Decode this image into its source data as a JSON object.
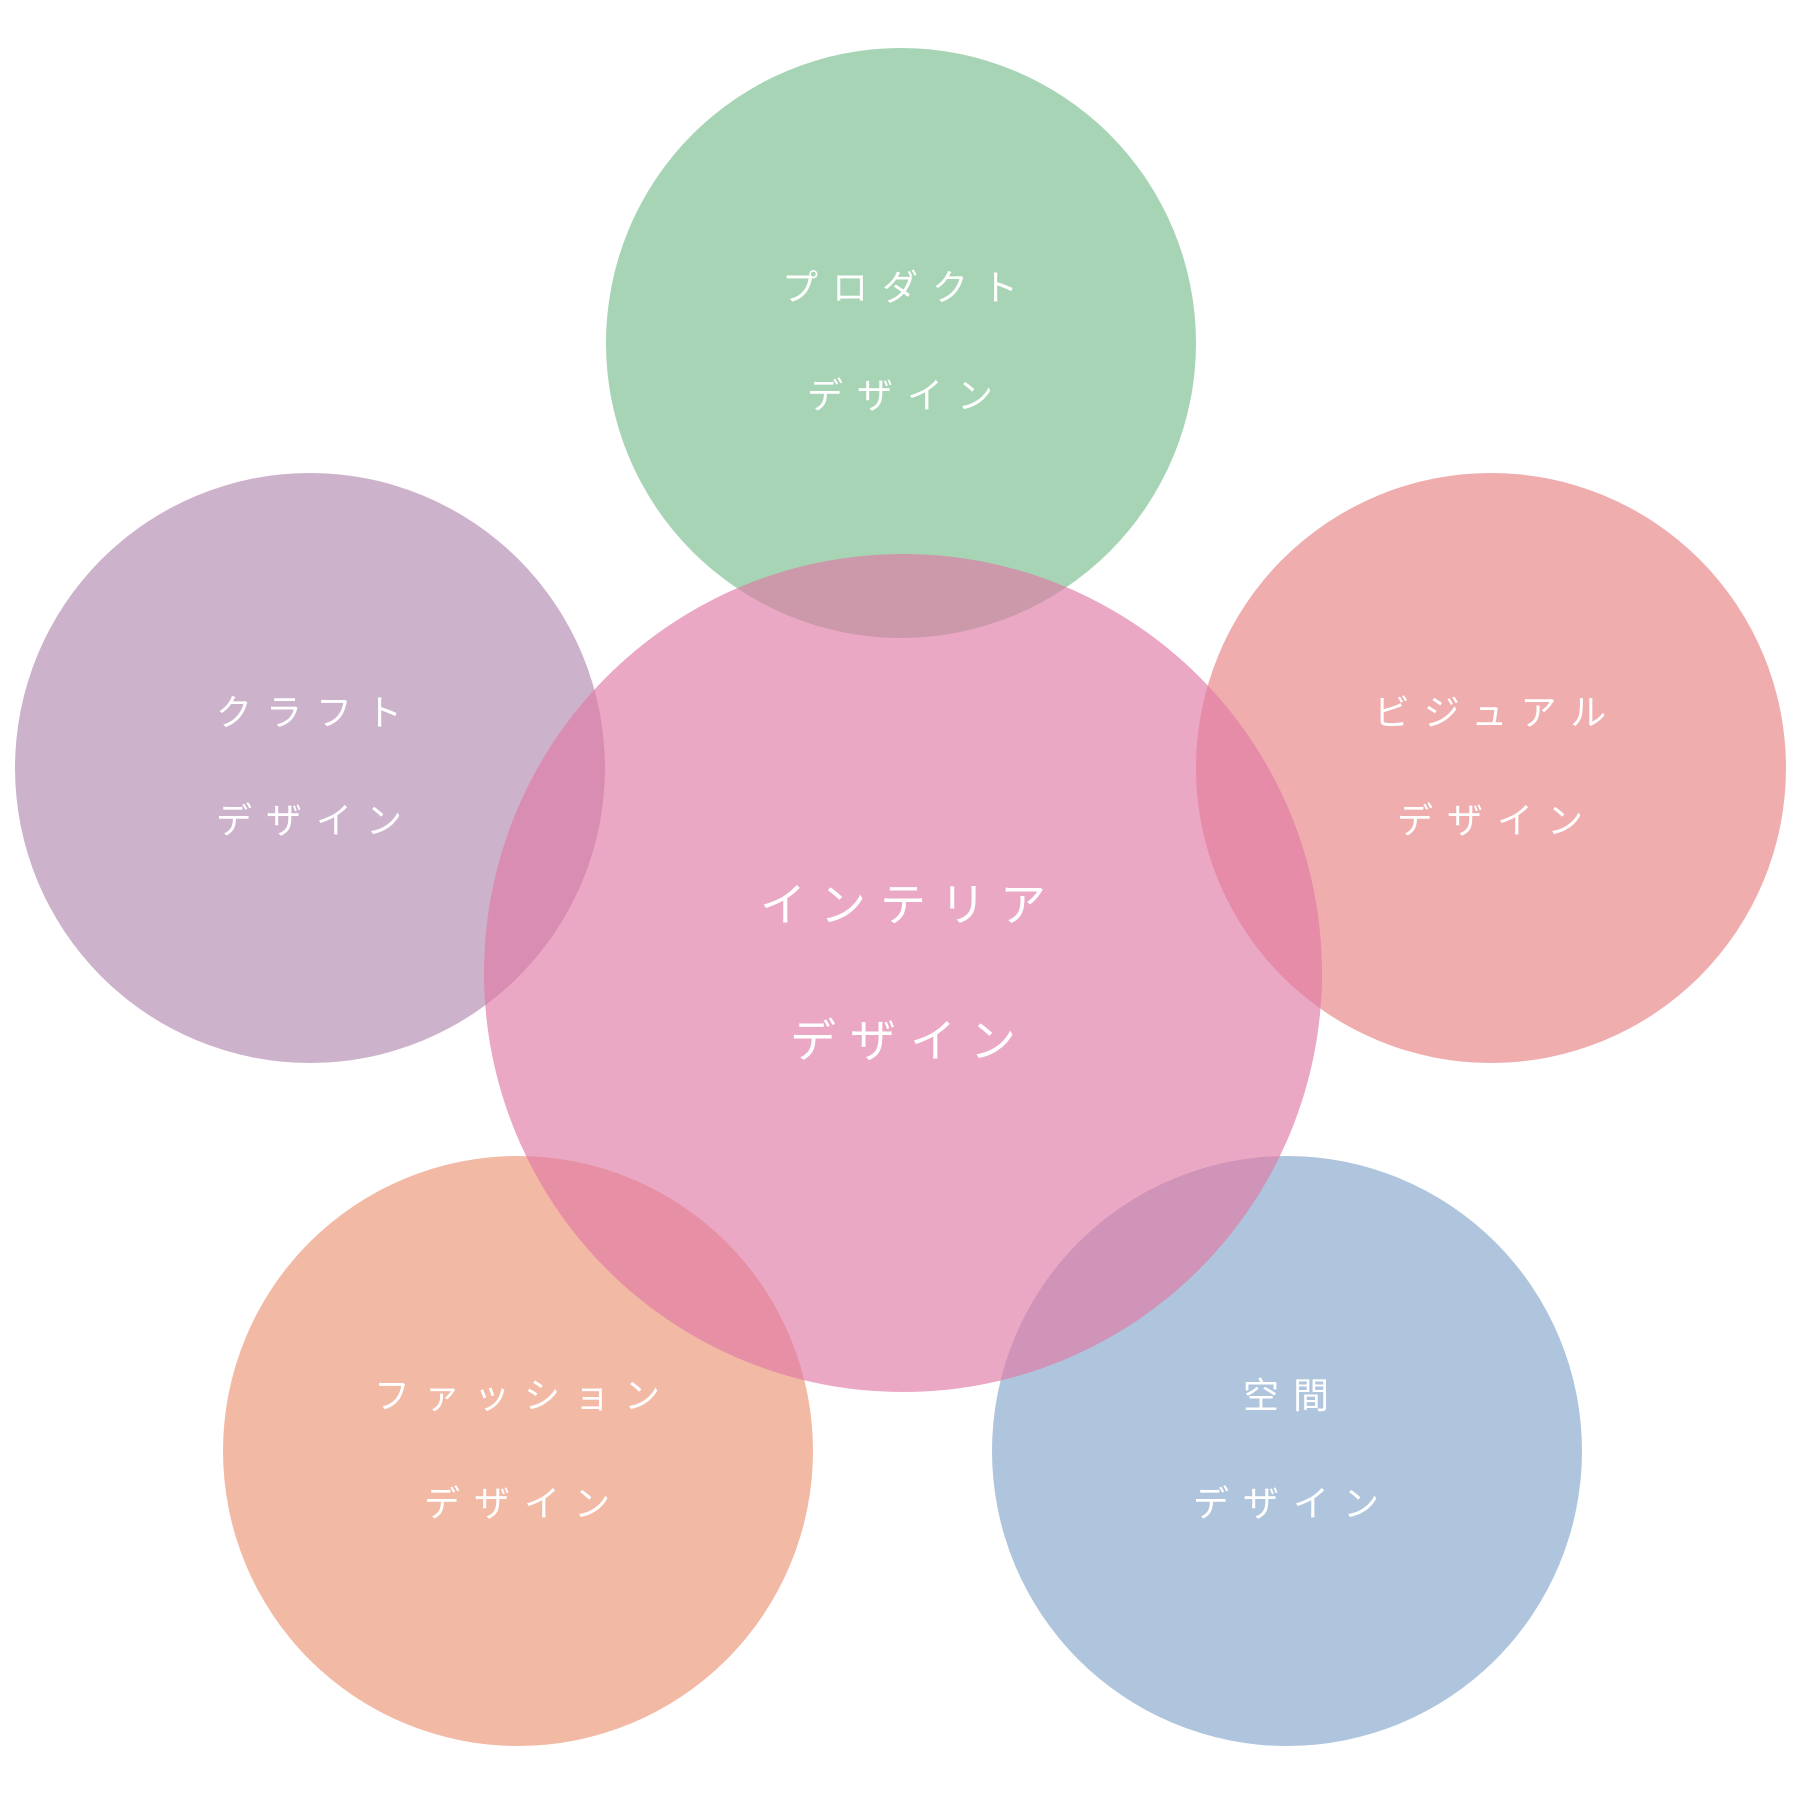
{
  "colors": {
    "product": "#a6d4b4",
    "craft": "#cdb2cc",
    "visual": "#efadae",
    "interior": "#e493b5",
    "fashion": "#f2b9a5",
    "space": "#afc5dd"
  },
  "circles": {
    "product": {
      "line1": "プロダクト",
      "line2": "デザイン"
    },
    "craft": {
      "line1": "クラフト",
      "line2": "デザイン"
    },
    "visual": {
      "line1": "ビジュアル",
      "line2": "デザイン"
    },
    "interior": {
      "line1": "インテリア",
      "line2": "デザイン"
    },
    "fashion": {
      "line1": "ファッション",
      "line2": "デザイン"
    },
    "space": {
      "line1": "空間",
      "line2": "デザイン"
    }
  }
}
